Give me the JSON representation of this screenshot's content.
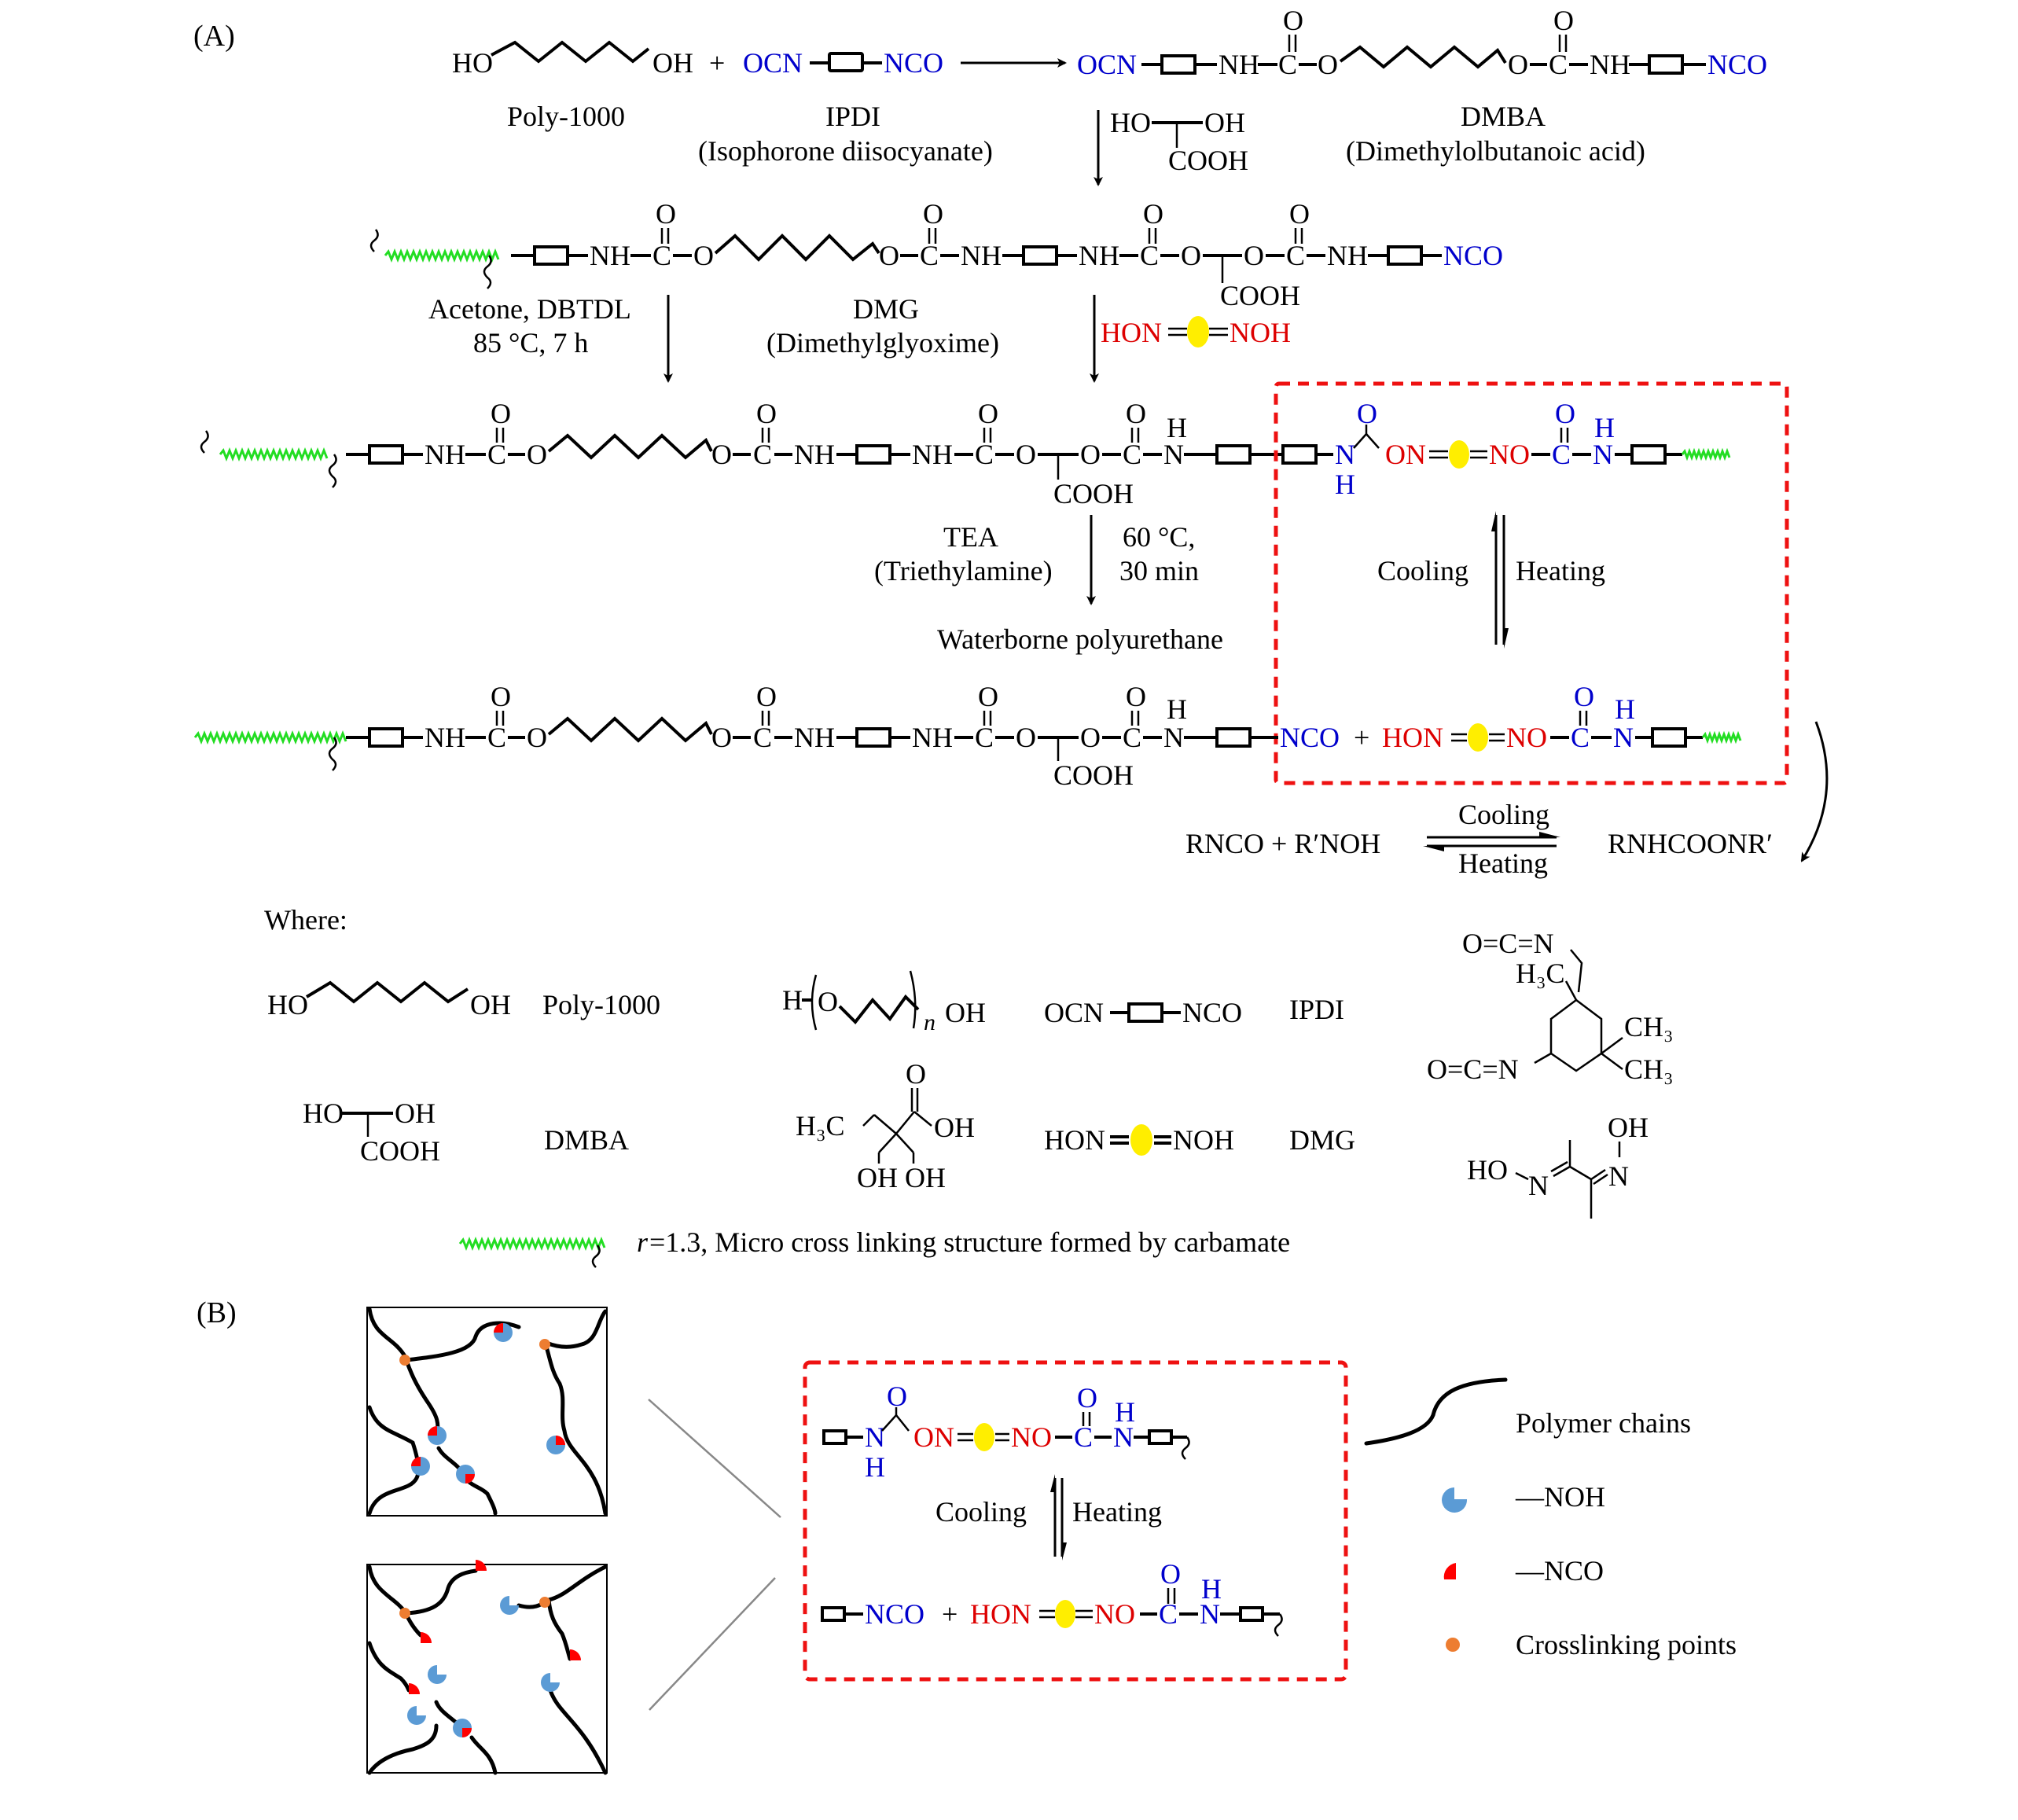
{
  "panel_labels": {
    "a": "(A)",
    "b": "(B)"
  },
  "row1": {
    "reactant1_ho": "HO",
    "reactant1_oh": "OH",
    "plus": "+",
    "ocn": "OCN",
    "nco": "NCO",
    "reactant1_name": "Poly-1000",
    "reactant2_name": "IPDI",
    "reactant2_fullname": "(Isophorone diisocyanate)",
    "product": {
      "ocn": "OCN",
      "nh": "NH",
      "c": "C",
      "o": "O",
      "nco": "NCO"
    },
    "reagent_dmba": {
      "ho": "HO",
      "oh": "OH",
      "cooh": "COOH"
    },
    "dmba_name": "DMBA",
    "dmba_fullname": "(Dimethylolbutanoic acid)"
  },
  "row2": {
    "nh": "NH",
    "c": "C",
    "o": "O",
    "nco": "NCO",
    "cooh": "COOH",
    "conditions_line1": "Acetone, DBTDL",
    "conditions_line2": "85 °C, 7 h",
    "dmg_name": "DMG",
    "dmg_fullname": "(Dimethylglyoxime)",
    "dmg_formula_left": "HON",
    "dmg_formula_right": "NOH"
  },
  "row3": {
    "nh": "NH",
    "c": "C",
    "o": "O",
    "n": "N",
    "h": "H",
    "cooh": "COOH",
    "box_on": "ON",
    "box_no": "NO",
    "tea": "TEA",
    "tea_fullname": "(Triethylamine)",
    "temp": "60 °C,",
    "time": "30 min",
    "product_label": "Waterborne polyurethane",
    "cooling": "Cooling",
    "heating": "Heating"
  },
  "row4": {
    "nco": "NCO",
    "plus": "+",
    "hon": "HON",
    "no": "NO",
    "c": "C",
    "n": "N",
    "h": "H",
    "o": "O",
    "cooh": "COOH",
    "nh": "NH"
  },
  "equilibrium": {
    "left": "RNCO  +  R′NOH",
    "right": "RNHCOONR′",
    "top": "Cooling",
    "bottom": "Heating"
  },
  "legend_a": {
    "where": "Where:",
    "poly_ho": "HO",
    "poly_oh": "OH",
    "poly_name": "Poly-1000",
    "ptmg_h": "H",
    "ptmg_o": "O",
    "ptmg_n": "n",
    "ptmg_oh": "OH",
    "ipdi_ocn": "OCN",
    "ipdi_nco": "NCO",
    "ipdi_name": "IPDI",
    "ipdi_struct": {
      "oce1": "O=C=N",
      "h3c": "H₃C",
      "ch3a": "CH₃",
      "ch3b": "CH₃",
      "oce2": "O=C=N"
    },
    "dmba_ho": "HO",
    "dmba_oh": "OH",
    "dmba_cooh": "COOH",
    "dmba_name": "DMBA",
    "dmba_struct": {
      "o": "O",
      "h3c": "H₃C",
      "oh": "OH",
      "ohoh": "OH OH"
    },
    "dmg_hon": "HON",
    "dmg_noh": "NOH",
    "dmg_name": "DMG",
    "dmg_struct": {
      "oh": "OH",
      "ho": "HO",
      "n1": "N",
      "n2": "N"
    },
    "crosslink_r": "r",
    "crosslink_text": "=1.3,  Micro cross linking structure formed by carbamate"
  },
  "panel_b": {
    "top": {
      "n": "N",
      "h": "H",
      "o": "O",
      "on": "ON",
      "no": "NO",
      "c": "C"
    },
    "cooling": "Cooling",
    "heating": "Heating",
    "bottom": {
      "nco": "NCO",
      "plus": "+",
      "hon": "HON",
      "no": "NO",
      "c": "C",
      "n": "N",
      "h": "H",
      "o": "O"
    },
    "legend": [
      {
        "icon": "polymer-chain",
        "label": "Polymer chains"
      },
      {
        "icon": "noh-group",
        "label": "—NOH"
      },
      {
        "icon": "nco-group",
        "label": "—NCO"
      },
      {
        "icon": "crosslink-point",
        "label": "Crosslinking points"
      }
    ]
  },
  "colors": {
    "isocyanate_blue": "#0000cc",
    "oxime_red": "#dd0000",
    "dmg_yellow": "#ffee00",
    "crosslink_green": "#22dd22",
    "dashed_box_red": "#ee1111",
    "noh_blue": "#5b9bd5",
    "nco_red": "#ff0000",
    "crosslink_orange": "#ed7d31"
  }
}
